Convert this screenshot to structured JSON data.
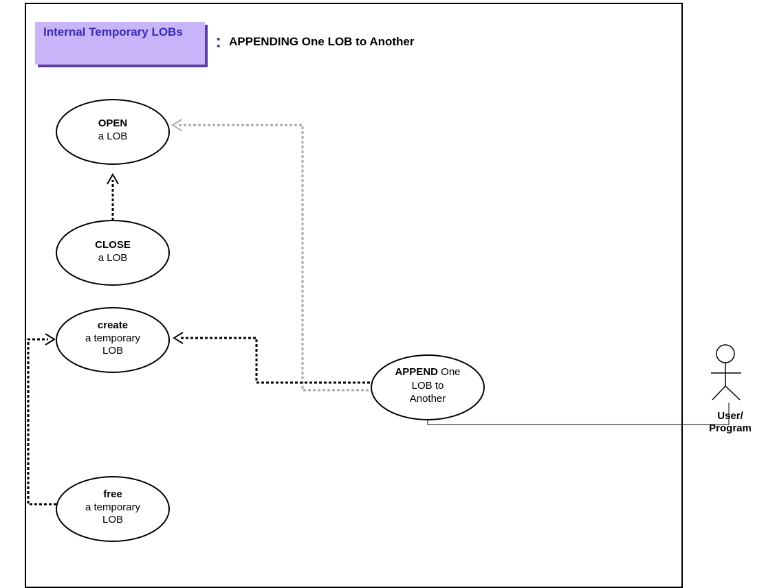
{
  "header": {
    "tag": "Internal Temporary LOBs",
    "colon": ":",
    "title": "APPENDING One LOB to Another"
  },
  "use_cases": {
    "open": {
      "bold": "OPEN",
      "rest": "a LOB"
    },
    "close": {
      "bold": "CLOSE",
      "rest": "a LOB"
    },
    "create": {
      "bold": "create",
      "line2": "a temporary",
      "line3": "LOB"
    },
    "free": {
      "bold": "free",
      "line2": "a temporary",
      "line3": "LOB"
    },
    "append": {
      "bold": "APPEND",
      "line1_rest": " One",
      "line2": "LOB to",
      "line3": "Another"
    }
  },
  "actor": {
    "label_line1": "User/",
    "label_line2": "Program"
  },
  "colors": {
    "tag_bg": "#c8b4f8",
    "tag_text": "#3a2cb0",
    "tag_shadow": "#5a3fa0",
    "dashed_black": "#000000",
    "dashed_gray": "#aaaaaa"
  }
}
